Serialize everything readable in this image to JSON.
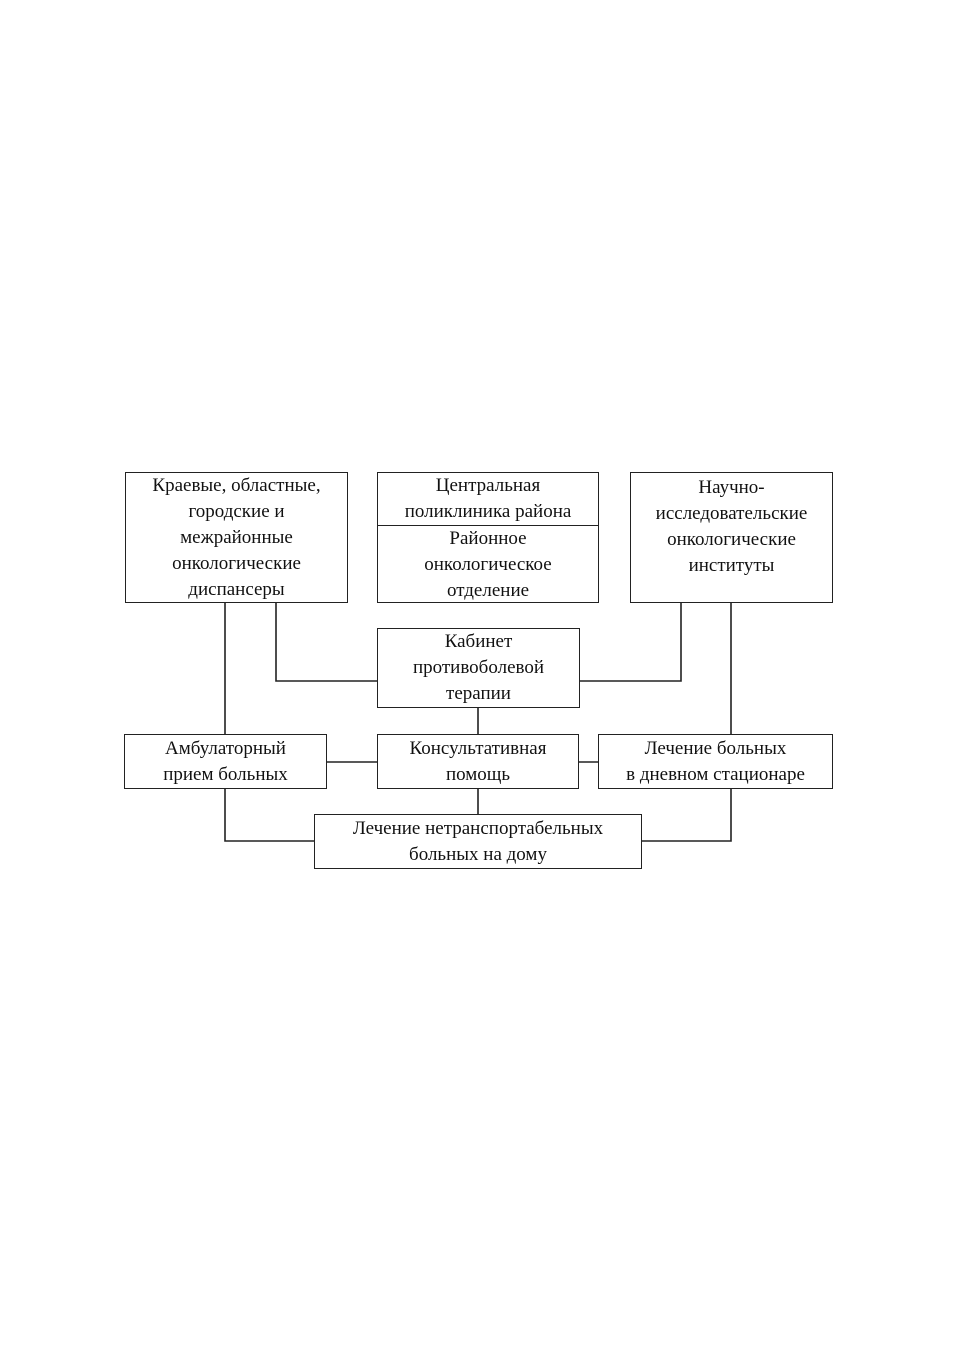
{
  "diagram": {
    "regional_dispensaries": {
      "lines": [
        "Краевые, областные,",
        "городские и",
        "межрайонные",
        "онкологические",
        "диспансеры"
      ]
    },
    "central_clinic": {
      "top_lines": [
        "Центральная",
        "поликлиника района"
      ],
      "bottom_lines": [
        "Районное",
        "онкологическое",
        "отделение"
      ]
    },
    "research_institutes": {
      "lines": [
        "Научно-",
        "исследовательские",
        "онкологические",
        "институты"
      ]
    },
    "pain_therapy_office": {
      "lines": [
        "Кабинет",
        "противоболевой",
        "терапии"
      ]
    },
    "outpatient_reception": {
      "lines": [
        "Амбулаторный",
        "прием больных"
      ]
    },
    "consultative_help": {
      "lines": [
        "Консультативная",
        "помощь"
      ]
    },
    "day_hospital": {
      "lines": [
        "Лечение больных",
        "в дневном стационаре"
      ]
    },
    "home_treatment": {
      "lines": [
        "Лечение нетранспортабельных",
        "больных на дому"
      ]
    }
  }
}
